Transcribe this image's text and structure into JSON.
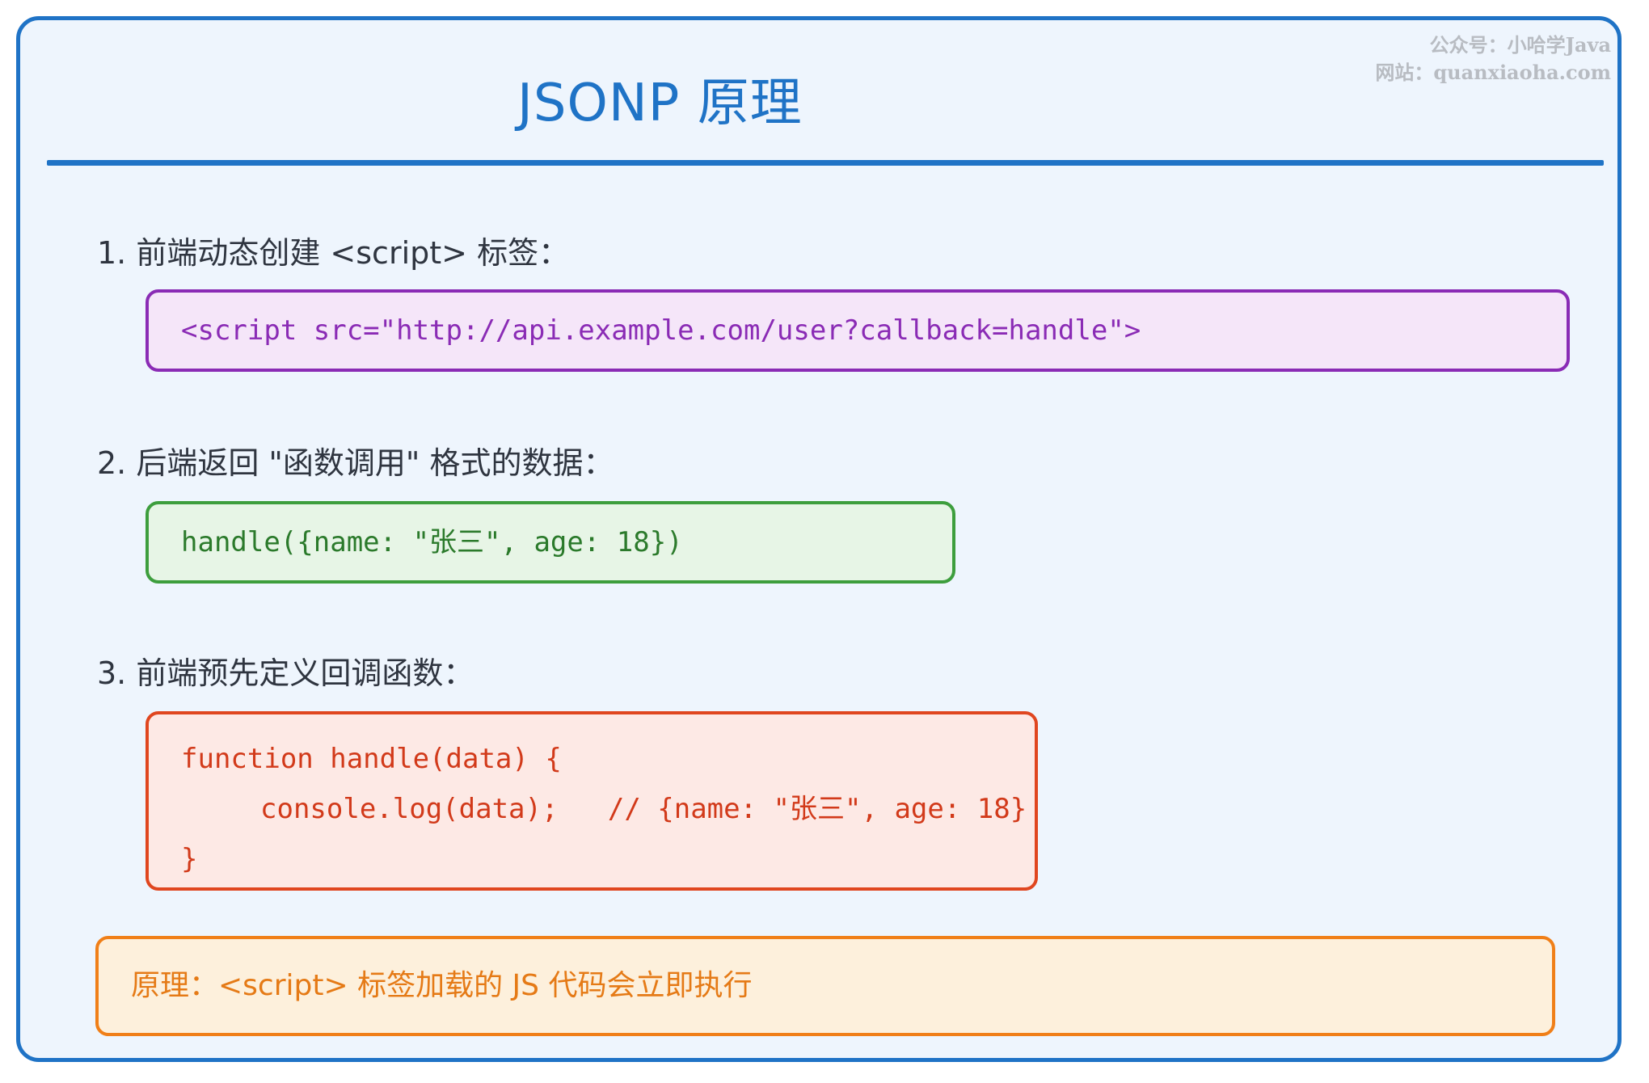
{
  "title": "JSONP 原理",
  "watermark": {
    "line1": "公众号：小哈学Java",
    "line2": "网站：quanxiaoha.com"
  },
  "steps": [
    {
      "label": "1. 前端动态创建 <script> 标签：",
      "code": [
        "<script src=\"http://api.example.com/user?callback=handle\">"
      ]
    },
    {
      "label": "2. 后端返回 \"函数调用\" 格式的数据：",
      "code": [
        "handle({name: \"张三\", age: 18})"
      ]
    },
    {
      "label": "3. 前端预先定义回调函数：",
      "code": [
        "function handle(data) {",
        "console.log(data);   // {name: \"张三\", age: 18}",
        "}"
      ]
    }
  ],
  "principle": "原理：<script> 标签加载的 JS 代码会立即执行",
  "colors": {
    "frame": "#1f73c6",
    "box1": "#8a2bb5",
    "box2": "#3d9e3d",
    "box3": "#e0461f",
    "box4": "#f07f18"
  }
}
